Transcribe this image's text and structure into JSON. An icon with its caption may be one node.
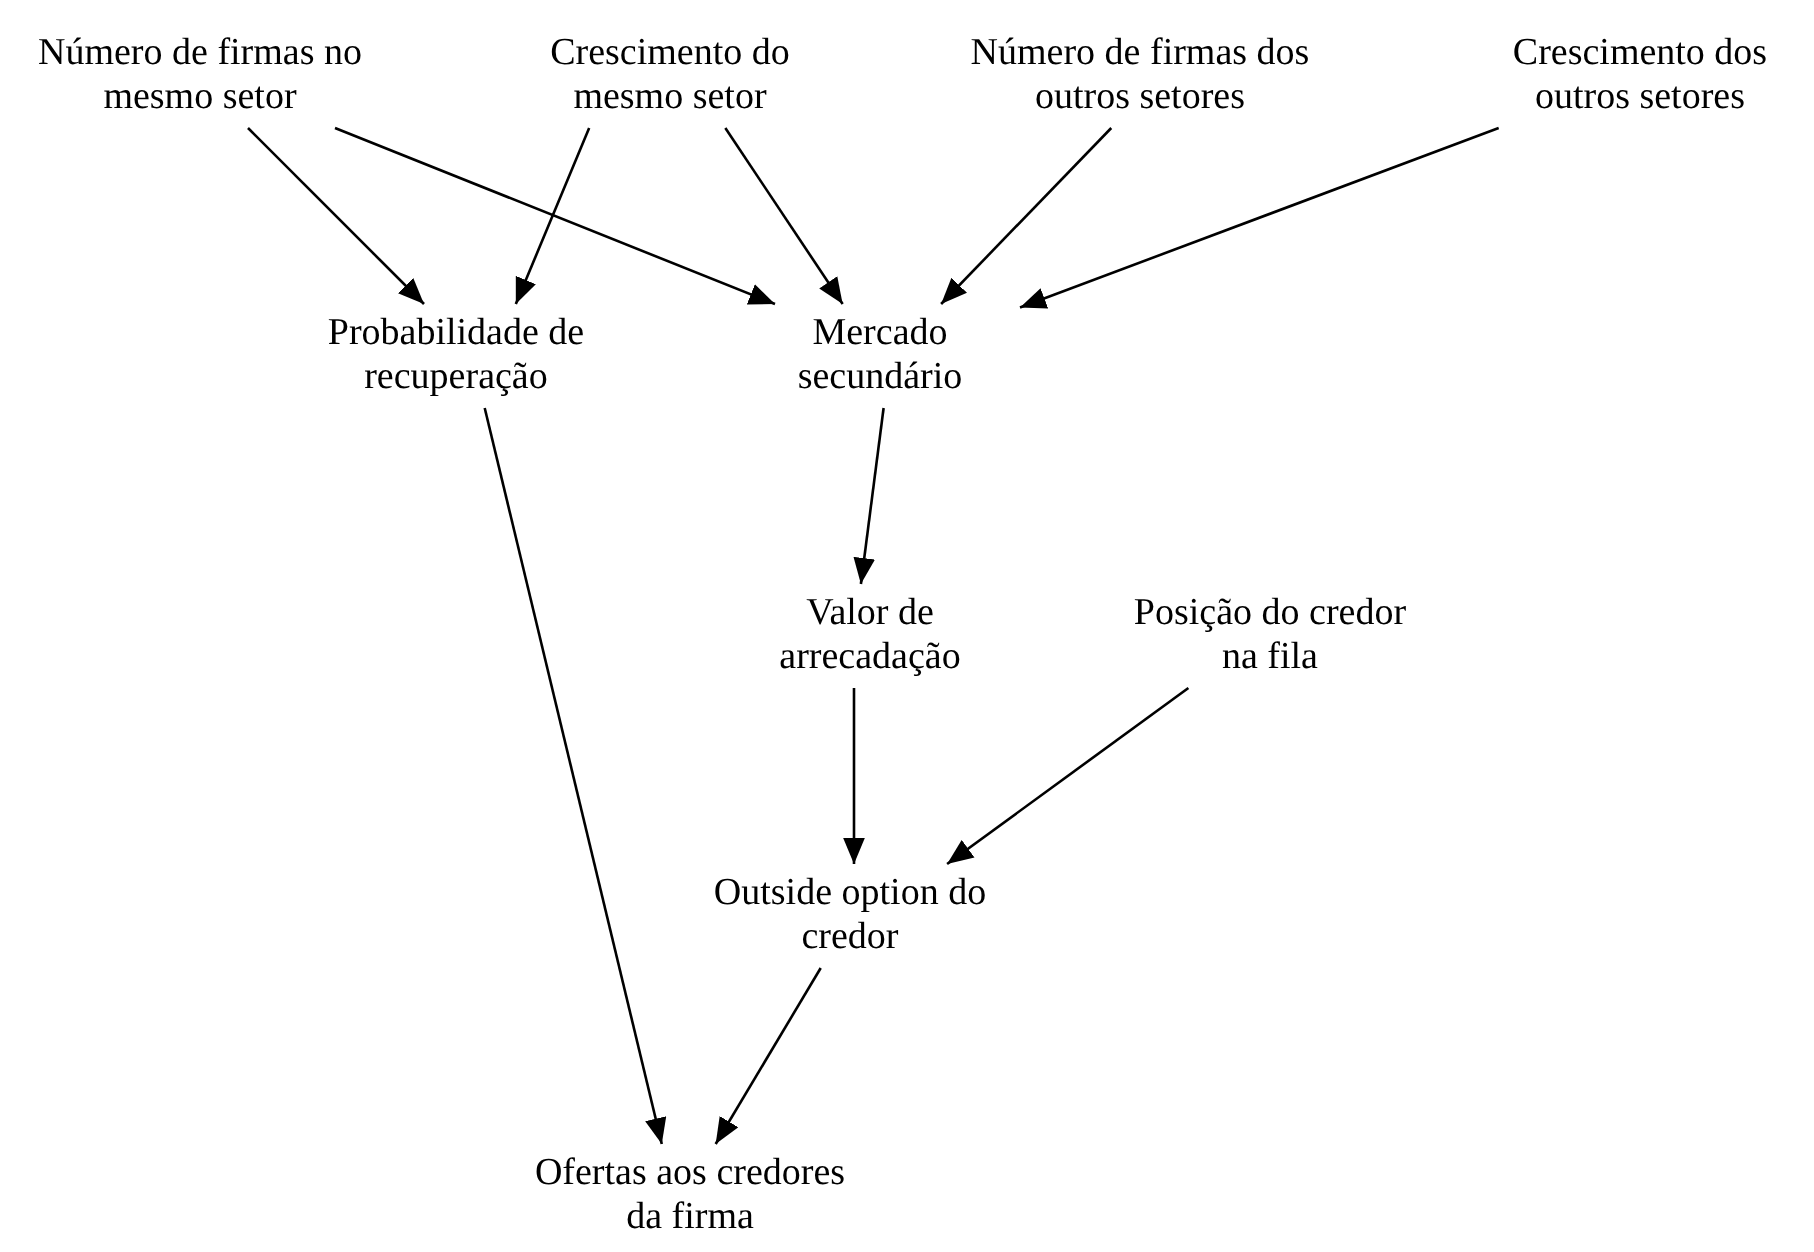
{
  "diagram": {
    "nodes": [
      {
        "text": [
          "Número de firmas no mesmo setor"
        ]
      },
      {
        "text": [
          "Crescimento do mesmo setor"
        ]
      },
      {
        "text": [
          "Número de firmas dos outros setores"
        ]
      },
      {
        "text": [
          "Crescimento dos outros setores"
        ]
      },
      {
        "text": [
          "Probabilidade de recuperação"
        ]
      },
      {
        "text": [
          "Mercado secundário"
        ]
      },
      {
        "text": [
          "Valor de arrecadação"
        ]
      },
      {
        "text": [
          "Posição do credor na fila"
        ]
      },
      {
        "text": [
          "Outside option do credor"
        ]
      },
      {
        "text": [
          "Ofertas aos credores da firma"
        ]
      }
    ],
    "edges": [
      {
        "from": 0,
        "to": 4,
        "arrow": "to"
      },
      {
        "from": 0,
        "to": 5,
        "arrow": "to"
      },
      {
        "from": 1,
        "to": 4,
        "arrow": "to"
      },
      {
        "from": 1,
        "to": 5,
        "arrow": "to"
      },
      {
        "from": 2,
        "to": 5,
        "arrow": "to"
      },
      {
        "from": 3,
        "to": 5,
        "arrow": "to"
      },
      {
        "from": 5,
        "to": 6,
        "arrow": "to"
      },
      {
        "from": 4,
        "to": 9,
        "arrow": "to"
      },
      {
        "from": 6,
        "to": 8,
        "arrow": "to"
      },
      {
        "from": 7,
        "to": 8,
        "arrow": "to"
      },
      {
        "from": 8,
        "to": 9,
        "arrow": "to"
      }
    ]
  }
}
